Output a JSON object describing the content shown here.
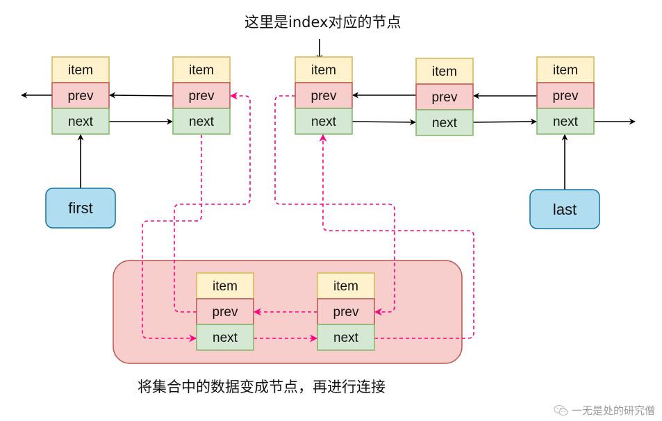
{
  "captions": {
    "top": "这里是index对应的节点",
    "bottom": "将集合中的数据变成节点，再进行连接"
  },
  "watermark": {
    "icon": "wechat-icon",
    "text": "一无是处的研究僧"
  },
  "colors": {
    "item_fill": "#fff2cc",
    "item_stroke": "#d6b656",
    "prev_fill": "#f8cecc",
    "prev_stroke": "#b85450",
    "next_fill": "#d5e8d4",
    "next_stroke": "#82b366",
    "pointer_fill": "#b1ddf0",
    "pointer_stroke": "#10739e",
    "container_fill": "#f8cecc",
    "container_stroke": "#b85450",
    "link_color": "#000000",
    "new_link_color": "#ff0080"
  },
  "field_labels": {
    "item": "item",
    "prev": "prev",
    "next": "next"
  },
  "list_nodes": [
    {
      "id": "node-1",
      "role": "first"
    },
    {
      "id": "node-2",
      "role": "before-index"
    },
    {
      "id": "node-3",
      "role": "index-node"
    },
    {
      "id": "node-4",
      "role": "after-index"
    },
    {
      "id": "node-5",
      "role": "last"
    }
  ],
  "new_nodes": [
    {
      "id": "new-node-1"
    },
    {
      "id": "new-node-2"
    }
  ],
  "pointers": {
    "first": "first",
    "last": "last"
  }
}
